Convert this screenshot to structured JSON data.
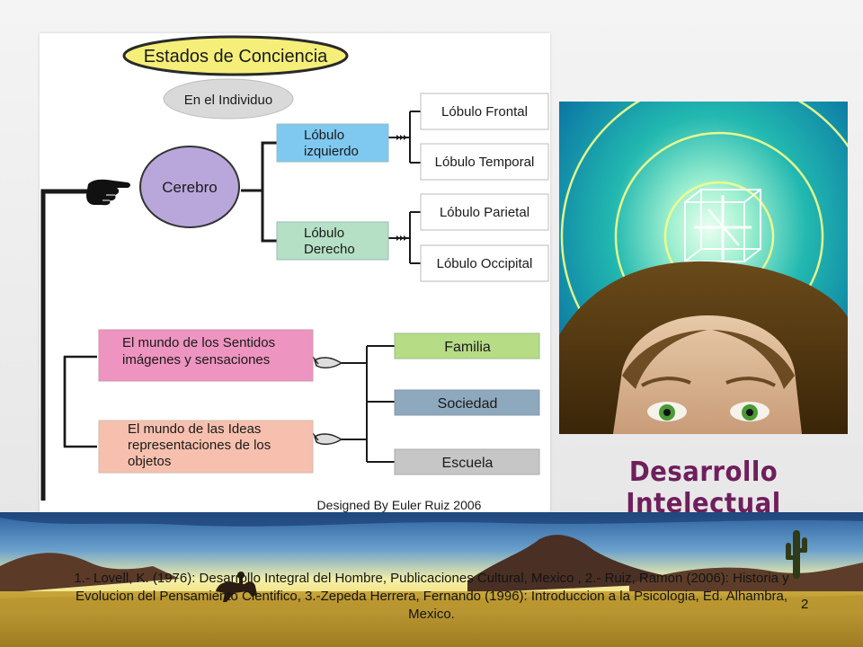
{
  "diagram": {
    "title": "Estados de Conciencia",
    "subtitle": "En el Individuo",
    "brain": "Cerebro",
    "left_lobe": [
      "Lóbulo",
      "izquierdo"
    ],
    "right_lobe": [
      "Lóbulo",
      "Derecho"
    ],
    "left_lobes": [
      "Lóbulo Frontal",
      "Lóbulo Temporal"
    ],
    "right_lobes": [
      "Lóbulo Parietal",
      "Lóbulo Occipital"
    ],
    "senses_world": [
      "El mundo de los Sentidos",
      "imágenes y sensaciones"
    ],
    "ideas_world": [
      "El mundo de las Ideas",
      "representaciones de los",
      "objetos"
    ],
    "social": [
      "Familia",
      "Sociedad",
      "Escuela"
    ],
    "credit": "Designed By Euler Ruiz 2006",
    "colors": {
      "title_fill": "#f5ef7a",
      "title_stroke": "#2a2a2a",
      "individuo_fill": "#d9d9d9",
      "brain_fill": "#b9a7dc",
      "left_lobe_fill": "#7fc8f0",
      "right_lobe_fill": "#b5e0c5",
      "senses_fill": "#ee94c0",
      "ideas_fill": "#f7c0ae",
      "familia_fill": "#b7dc86",
      "sociedad_fill": "#8ea8bd",
      "escuela_fill": "#c6c6c6",
      "connector": "#1a1a1a"
    }
  },
  "photo": {
    "alt": "head-with-cube-graphic"
  },
  "slide_subtitle": "Desarrollo Intelectual",
  "citation": "1.- Lovell, K. (1976): Desarrollo Integral del Hombre, Publicaciones Cultural, Mexico , 2.- Ruiz, Ramon (2006): Historia y Evolucion del Pensamiento Cientifico, 3.-Zepeda Herrera, Fernando (1996): Introduccion a la Psicologia, Ed. Alhambra, Mexico.",
  "page_number": "2"
}
